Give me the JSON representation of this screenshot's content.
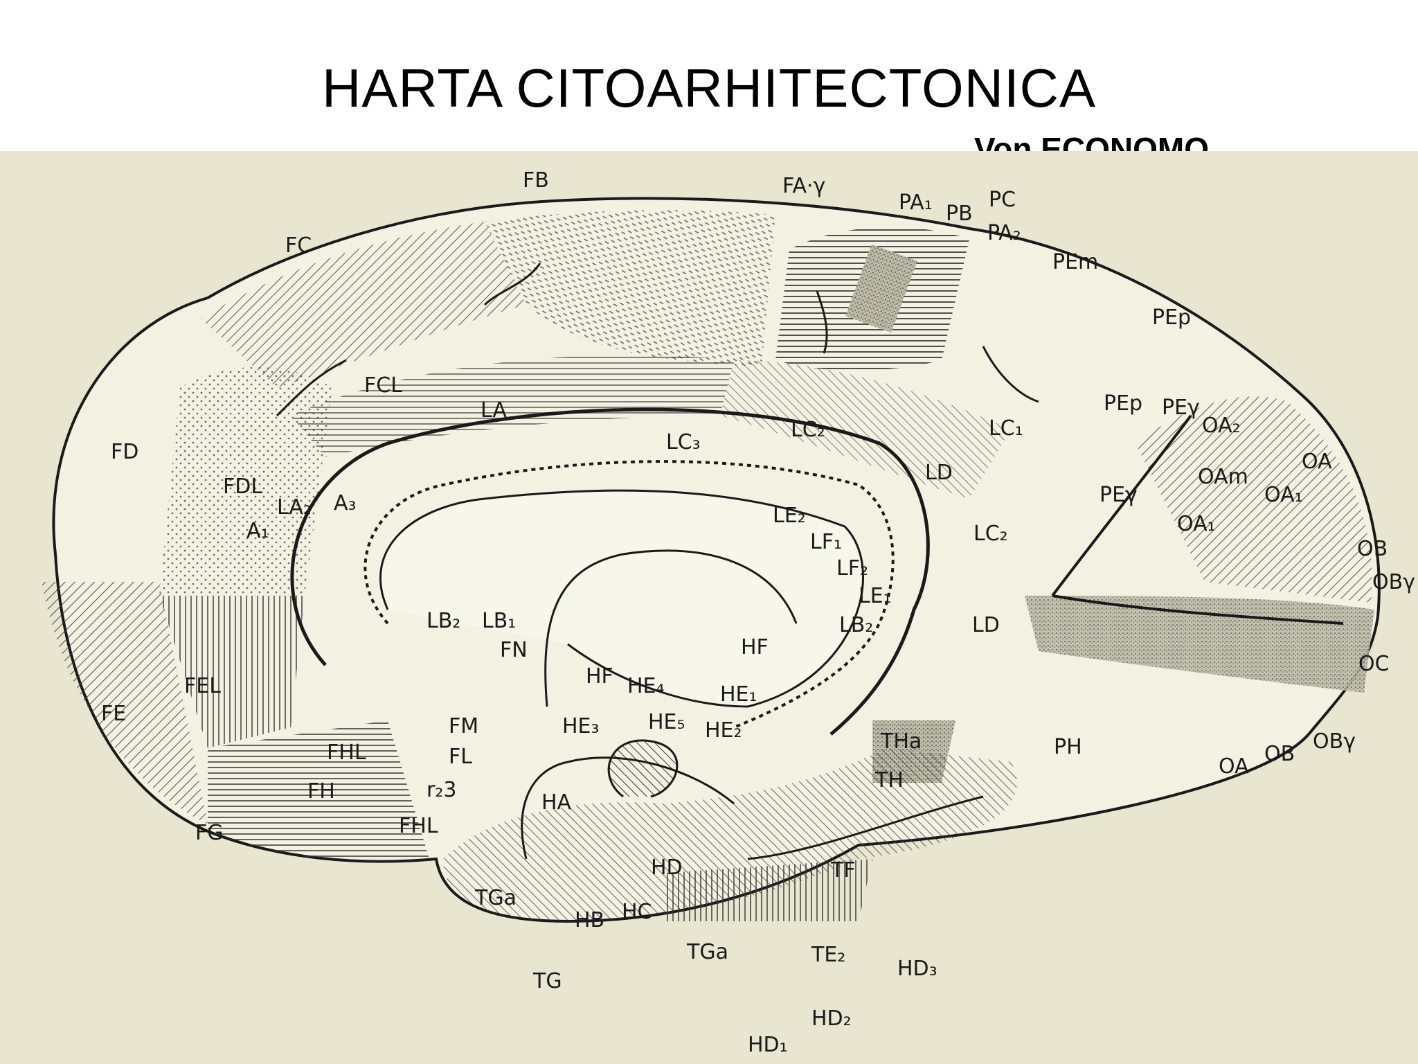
{
  "title": "HARTA CITOARHITECTONICA",
  "subtitle": "Von ECONOMO",
  "colors": {
    "paper": "#e8e6d0",
    "ink": "#1a1a1a",
    "background": "#ffffff"
  },
  "areas": {
    "FB": "FB",
    "FA_gamma": "FA·γ",
    "PA1": "PA₁",
    "PB": "PB",
    "PC": "PC",
    "PA2": "PA₂",
    "FC": "FC",
    "PEm": "PEm",
    "PEp_top": "PEp",
    "FCL": "FCL",
    "LA": "LA",
    "LC3": "LC₃",
    "LC2_top": "LC₂",
    "LC1": "LC₁",
    "PEp_mid": "PEp",
    "PE_gamma_top": "PEγ",
    "OA2": "OA₂",
    "FD": "FD",
    "OA_right": "OA",
    "FDL": "FDL",
    "LD_top": "LD",
    "OAm": "OAm",
    "OA1_a": "OA₁",
    "PE_gamma": "PEγ",
    "LA2": "LA₂",
    "A3": "A₃",
    "A1": "A₁",
    "LE2": "LE₂",
    "LF1": "LF₁",
    "LC2_mid": "LC₂",
    "OA1_b": "OA₁",
    "OB_right": "OB",
    "OB_gamma_right": "OBγ",
    "LF2": "LF₂",
    "LE1": "LE₁",
    "LB2_right": "LB₂",
    "LB2_left": "LB₂",
    "LB1": "LB₁",
    "FN": "FN",
    "LD_mid": "LD",
    "HF_right": "HF",
    "OC": "OC",
    "HF_left": "HF",
    "HE4": "HE₄",
    "HE1": "HE₁",
    "FEL": "FEL",
    "FE": "FE",
    "FM": "FM",
    "HE3": "HE₃",
    "HE5": "HE₅",
    "HE2": "HE₂",
    "THa": "THa",
    "PH": "PH",
    "OA_bottom": "OA",
    "OB_bottom": "OB",
    "OB_gamma_bottom": "OBγ",
    "FHL_top": "FHL",
    "FL": "FL",
    "r23": "r₂3",
    "FH": "FH",
    "HA": "HA",
    "TH": "TH",
    "FHL_bottom": "FHL",
    "FG": "FG",
    "HD": "HD",
    "TF": "TF",
    "TGa_left": "TGa",
    "HC": "HC",
    "HB": "HB",
    "TGa_mid": "TGa",
    "TG": "TG",
    "TE2": "TE₂",
    "HD3": "HD₃",
    "HD2": "HD₂",
    "HD1": "HD₁"
  }
}
